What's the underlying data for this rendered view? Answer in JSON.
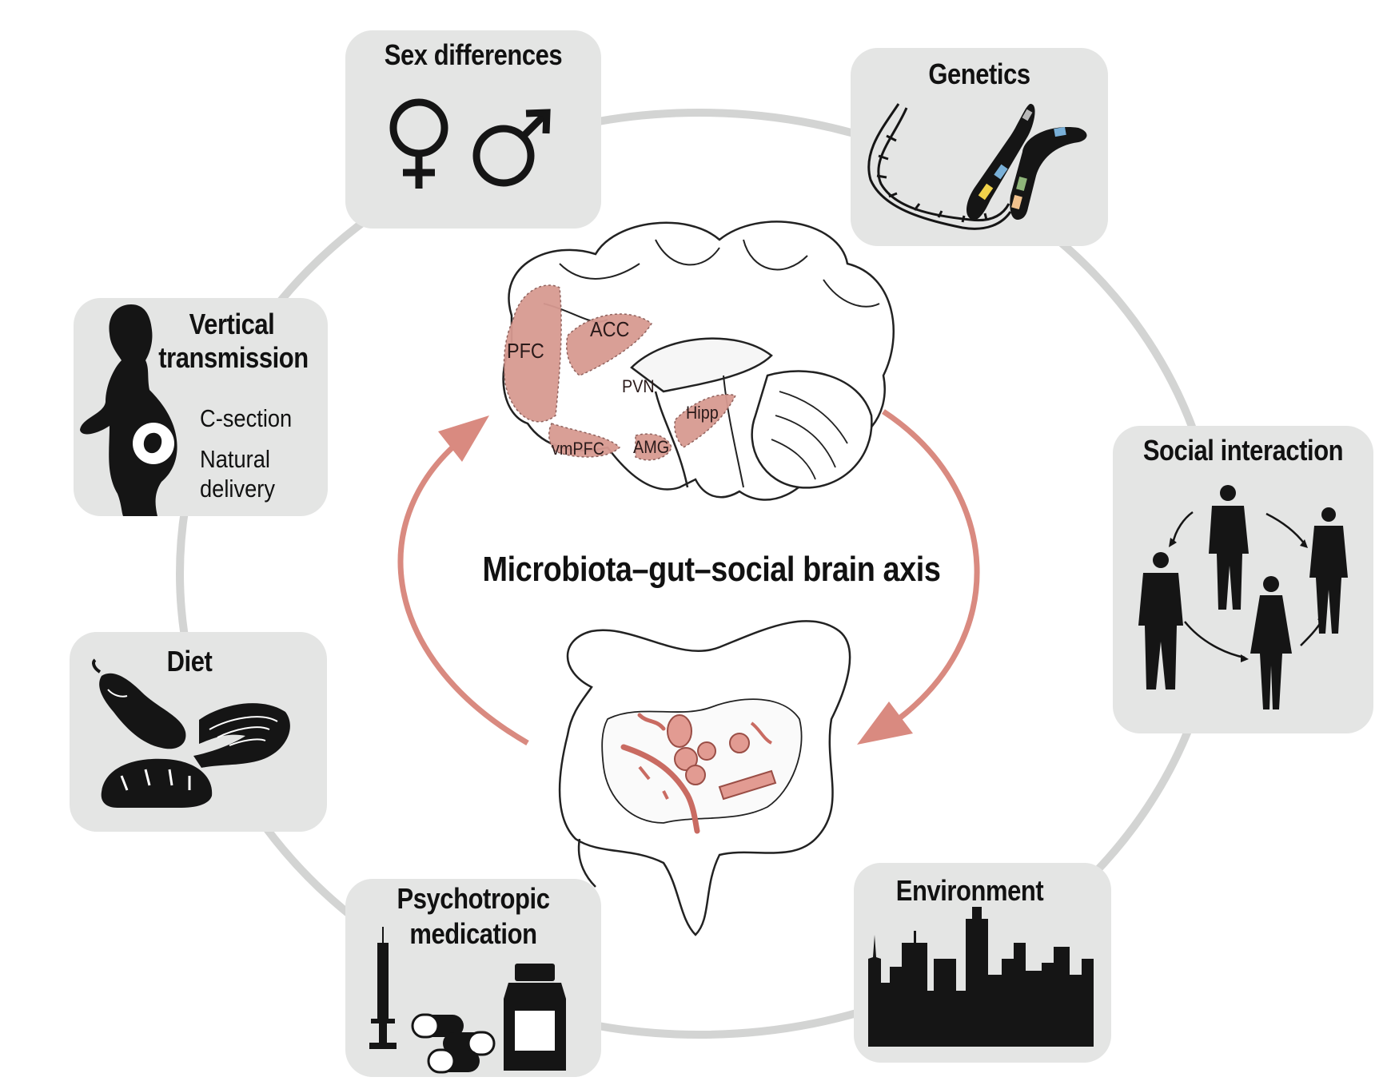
{
  "center": {
    "title": "Microbiota–gut–social brain axis"
  },
  "brain_regions": {
    "pfc": "PFC",
    "acc": "ACC",
    "pvn": "PVN",
    "hipp": "Hipp",
    "vmpfc": "vmPFC",
    "amg": "AMG"
  },
  "panels": {
    "sex_differences": {
      "title": "Sex differences"
    },
    "genetics": {
      "title": "Genetics"
    },
    "vertical_transmission": {
      "title_line1": "Vertical",
      "title_line2": "transmission",
      "option1": "C-section",
      "option2_line1": "Natural",
      "option2_line2": "delivery"
    },
    "social_interaction": {
      "title": "Social interaction"
    },
    "diet": {
      "title": "Diet"
    },
    "psychotropic_medication": {
      "title_line1": "Psychotropic",
      "title_line2": "medication"
    },
    "environment": {
      "title": "Environment"
    }
  },
  "colors": {
    "panel_bg": "#e4e5e4",
    "ring": "#d3d4d3",
    "arrow": "#d98a80",
    "region_fill": "#d89a91",
    "icon": "#151515"
  },
  "icons": {
    "sex_differences": [
      "female-symbol-icon",
      "male-symbol-icon"
    ],
    "genetics": [
      "dna-helix-icon",
      "chromosome-icon"
    ],
    "vertical_transmission": [
      "pregnant-woman-icon"
    ],
    "social_interaction": [
      "people-group-icon"
    ],
    "diet": [
      "eggplant-icon",
      "salmon-steak-icon",
      "bread-loaf-icon"
    ],
    "psychotropic_medication": [
      "syringe-icon",
      "pills-icon",
      "medicine-bottle-icon"
    ],
    "environment": [
      "city-skyline-icon"
    ]
  }
}
